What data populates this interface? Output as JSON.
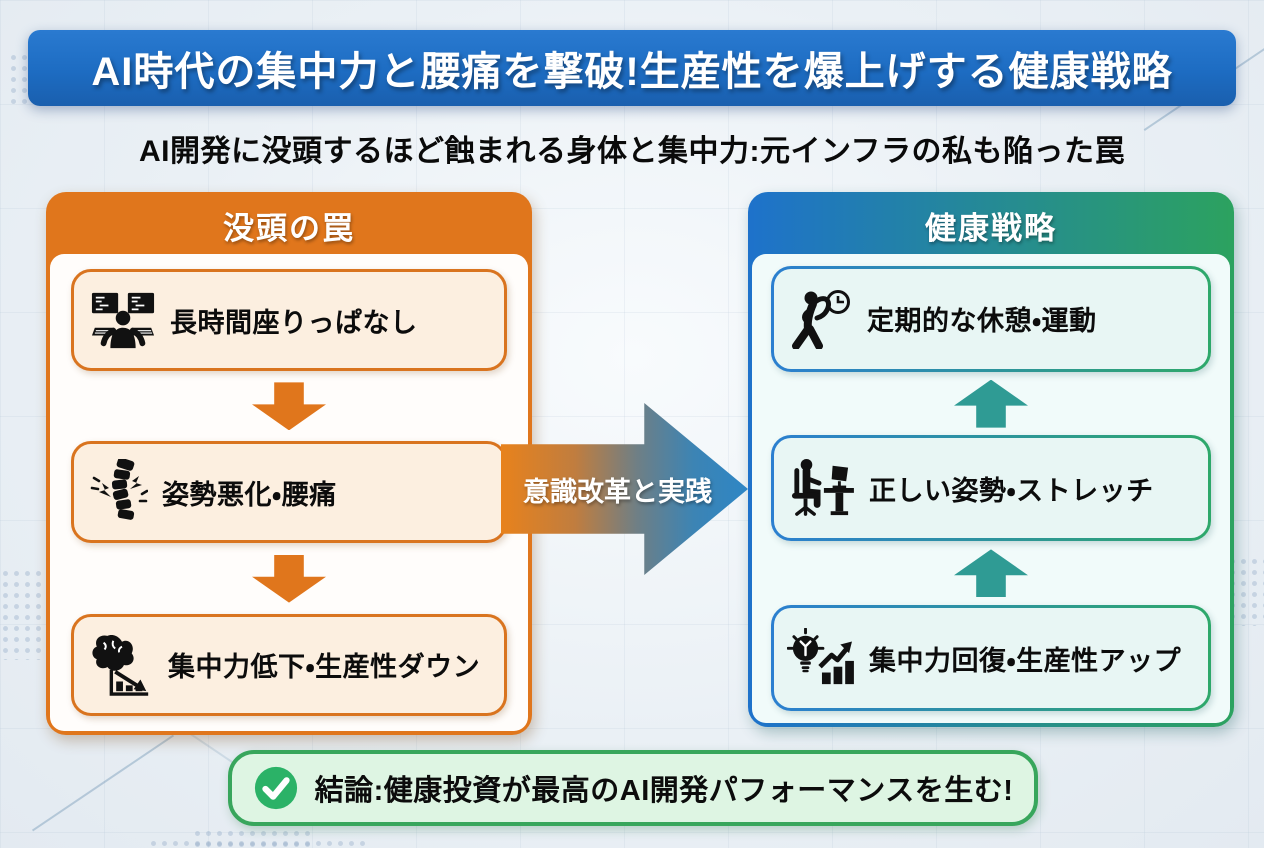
{
  "header": {
    "title": "AI時代の集中力と腰痛を撃破!生産性を爆上げする健康戦略",
    "subtitle": "AI開発に没頭するほど蝕まれる身体と集中力:元インフラの私も陥った罠"
  },
  "left_panel": {
    "header": "没頭の罠",
    "items": [
      {
        "icon": "dual-monitor-coder-icon",
        "label": "長時間座りっぱなし"
      },
      {
        "icon": "spine-pain-icon",
        "label": "姿勢悪化・腰痛"
      },
      {
        "icon": "brain-decline-chart-icon",
        "label": "集中力低下・生産性ダウン"
      }
    ]
  },
  "flow_arrow": {
    "label": "意識改革と実践"
  },
  "right_panel": {
    "header": "健康戦略",
    "items": [
      {
        "icon": "stretching-person-clock-icon",
        "label": "定期的な休憩・運動"
      },
      {
        "icon": "desk-posture-icon",
        "label": "正しい姿勢・ストレッチ"
      },
      {
        "icon": "bulb-growth-chart-icon",
        "label": "集中力回復・生産性アップ"
      }
    ]
  },
  "conclusion": {
    "icon": "check-circle-icon",
    "label": "結論:健康投資が最高のAI開発パフォーマンスを生む!"
  },
  "colors": {
    "accent-blue": "#1d6cc2",
    "accent-orange": "#e0761c",
    "accent-green": "#2ca25f",
    "accent-teal": "#2f9b94",
    "box-orange-fill": "#fcefe0",
    "box-teal-fill": "#e8f6f4",
    "conclusion-fill": "#def5e3",
    "conclusion-border": "#38a65c",
    "check-green": "#2bb267"
  }
}
